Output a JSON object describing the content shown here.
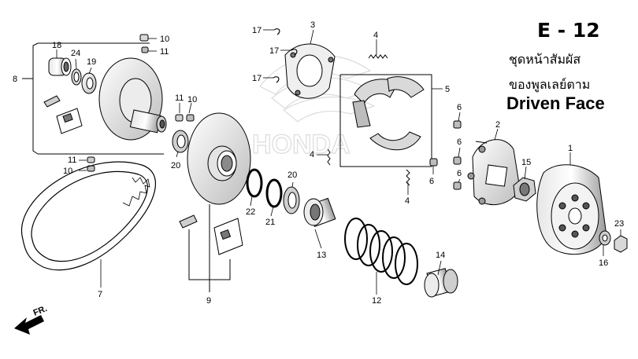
{
  "header": {
    "code": "E - 12",
    "thai_line1": "ชุดหน้าสัมผัส",
    "thai_line2": "ของพูลเลย์ตาม",
    "english": "Driven Face"
  },
  "watermark": "HONDA",
  "direction_label": "FR.",
  "callouts": {
    "c1": "1",
    "c2": "2",
    "c3": "3",
    "c4a": "4",
    "c4b": "4",
    "c4c": "4",
    "c5": "5",
    "c6a": "6",
    "c6b": "6",
    "c6c": "6",
    "c6d": "6",
    "c7": "7",
    "c8": "8",
    "c9": "9",
    "c10a": "10",
    "c10b": "10",
    "c10c": "10",
    "c11a": "11",
    "c11b": "11",
    "c11c": "11",
    "c12": "12",
    "c13": "13",
    "c14": "14",
    "c15": "15",
    "c16": "16",
    "c17a": "17",
    "c17b": "17",
    "c17c": "17",
    "c18": "18",
    "c19": "19",
    "c20a": "20",
    "c20b": "20",
    "c21": "21",
    "c22": "22",
    "c23": "23",
    "c24": "24"
  }
}
